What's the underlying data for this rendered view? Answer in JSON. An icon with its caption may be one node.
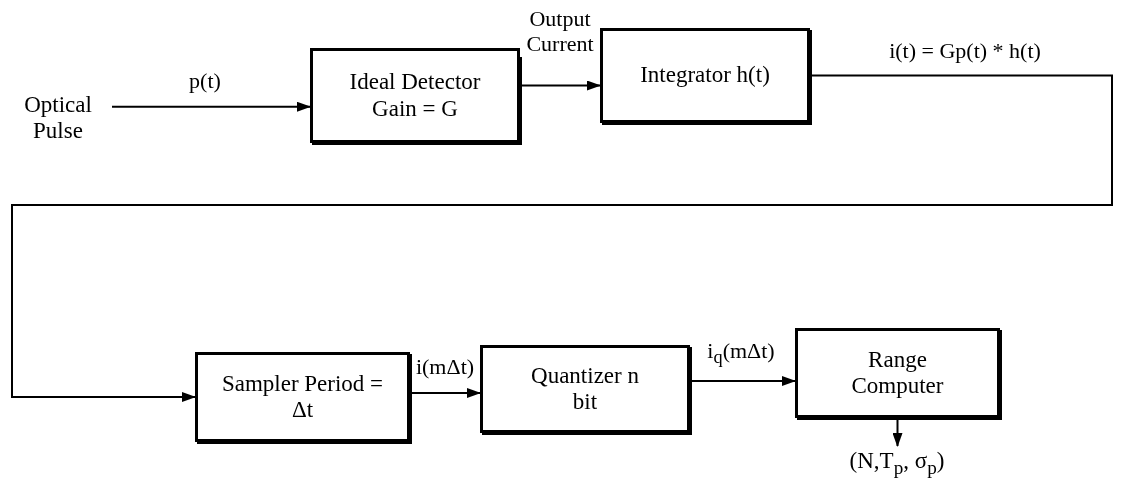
{
  "diagram": {
    "nodes": [
      {
        "text": [
          "Optical Pulse"
        ]
      },
      {
        "text": [
          "Ideal Detector Gain = G"
        ]
      },
      {
        "text": [
          "Integrator h(t)"
        ]
      },
      {
        "text": [
          "Sampler Period = Δt"
        ]
      },
      {
        "text": [
          "Quantizer n bit"
        ]
      },
      {
        "text": [
          "Range Computer"
        ]
      },
      {
        "text": [
          "(N,T$_{p}$, σ$_{p}$)"
        ]
      }
    ],
    "edges": [
      {
        "from": 0,
        "to": 1,
        "arrow": "to",
        "label": "p(t)"
      },
      {
        "from": 1,
        "to": 2,
        "arrow": "to",
        "label": "Output Current"
      },
      {
        "from": 2,
        "to": 3,
        "arrow": "to",
        "label": "i(t) = Gp(t) * h(t)"
      },
      {
        "from": 3,
        "to": 4,
        "arrow": "to",
        "label": "i(mΔt)"
      },
      {
        "from": 4,
        "to": 5,
        "arrow": "to",
        "label": "i$_{q}$(mΔt)"
      },
      {
        "from": 5,
        "to": 6,
        "arrow": "to"
      }
    ]
  }
}
